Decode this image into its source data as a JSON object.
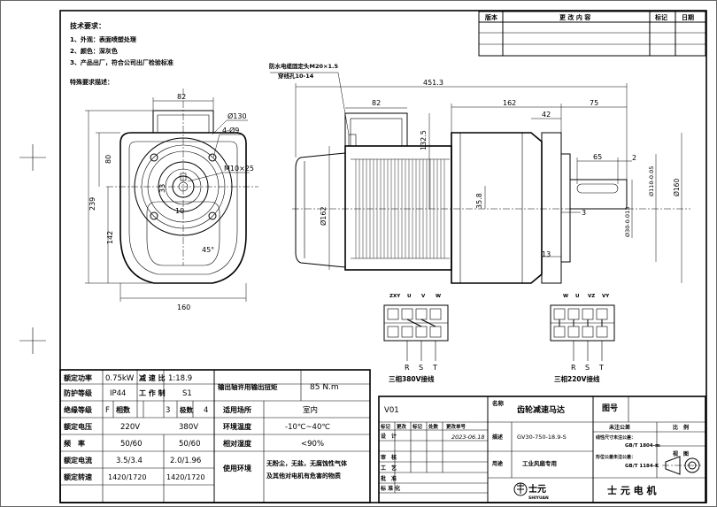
{
  "tech_requirements": {
    "title": "技术要求：",
    "items": [
      "1、外观：表面喷塑处理",
      "2、颜色：深灰色",
      "3、产品出厂，符合公司出厂检验标准"
    ],
    "special_title": "特殊要求描述："
  },
  "revision_table": {
    "headers": [
      "版本",
      "更 改 内 容",
      "标记",
      "日期"
    ]
  },
  "cable_note": {
    "line1": "防水电缆固定头M20×1.5",
    "line2": "穿线孔10-14"
  },
  "dimensions": {
    "front": {
      "top_width": "82",
      "diameter": "Ø130",
      "holes": "4-Ø9",
      "thread": "M10×25",
      "h80": "80",
      "h239": "239",
      "h142": "142",
      "d33": "33",
      "d10": "10",
      "angle": "45°",
      "width160": "160"
    },
    "side": {
      "overall": "451.3",
      "box": "82",
      "d162": "Ø162",
      "h132": "132.5",
      "gear162": "162",
      "d42": "42",
      "d75": "75",
      "key65": "65",
      "key2": "2",
      "d358": "35.8",
      "d3": "3",
      "d13": "13",
      "flange": "Ø110-0.05",
      "shaft": "Ø30-0.013",
      "d160": "Ø160"
    }
  },
  "wiring": {
    "w380": {
      "top_labels": [
        "ZXY",
        "U",
        "V",
        "W"
      ],
      "phases": [
        "R",
        "S",
        "T"
      ],
      "caption": "三相380V接线"
    },
    "w220": {
      "top_labels": [
        "W",
        "U",
        "VZ",
        "VY"
      ],
      "phases": [
        "R",
        "S",
        "T"
      ],
      "caption": "三相220V接线"
    }
  },
  "specs": {
    "rated_power_label": "额定功率",
    "rated_power": "0.75kW",
    "ratio_label": "减 速 比",
    "ratio": "1:18.9",
    "torque_label": "输出轴许用输出扭矩",
    "torque": "85 N.m",
    "protection_label": "防护等级",
    "protection": "IP44",
    "duty_label": "工 作 制",
    "duty": "S1",
    "insulation_label": "绝缘等级",
    "insulation": "F",
    "phase_label": "相数",
    "phase": "3",
    "poles_label": "极数",
    "poles": "4",
    "site_label": "适用场所",
    "site": "室内",
    "voltage_label": "额定电压",
    "voltage_1": "220V",
    "voltage_2": "380V",
    "temp_label": "环境温度",
    "temp": "-10℃~40℃",
    "freq_label": "频　率",
    "freq_1": "50/60",
    "freq_2": "50/60",
    "humidity_label": "相对湿度",
    "humidity": "<90%",
    "current_label": "额定电流",
    "current_1": "3.5/3.4",
    "current_2": "2.0/1.96",
    "env_label": "使用环境",
    "env_line1": "无粉尘，无盐，无腐蚀性气体",
    "env_line2": "及其他对电机有危害的物质",
    "speed_label": "额定转速",
    "speed_1": "1420/1720",
    "speed_2": "1420/1720"
  },
  "title_block": {
    "version": "V01",
    "name_label": "名称",
    "product_name": "齿轮减速马达",
    "drawing_no_label": "图号",
    "mark_header": [
      "标记",
      "更改",
      "标记",
      "处数",
      "更改单号"
    ],
    "unspecified_tol": "未注公差",
    "scale_label": "比　例",
    "design_label": "设　计",
    "date": "2023-06.18",
    "desc_label": "描述",
    "model": "GV30-750-18.9-S",
    "check_label": "审　核",
    "craft_label": "工　艺",
    "use_label": "用途",
    "use_value": "工业风扇专用",
    "approve_label": "批　准",
    "std_label": "标 准 化",
    "std1_label": "线性尺寸未注公差：",
    "std1": "GB/T 1804-m",
    "std2_label": "形位公差未注公差：",
    "std2": "GB/T 1184-K",
    "view_label": "视　图",
    "logo_text": "士元",
    "logo_en": "SHIYUAN",
    "company": "士 元 电 机"
  },
  "colors": {
    "line": "#000000",
    "background": "#ffffff"
  }
}
